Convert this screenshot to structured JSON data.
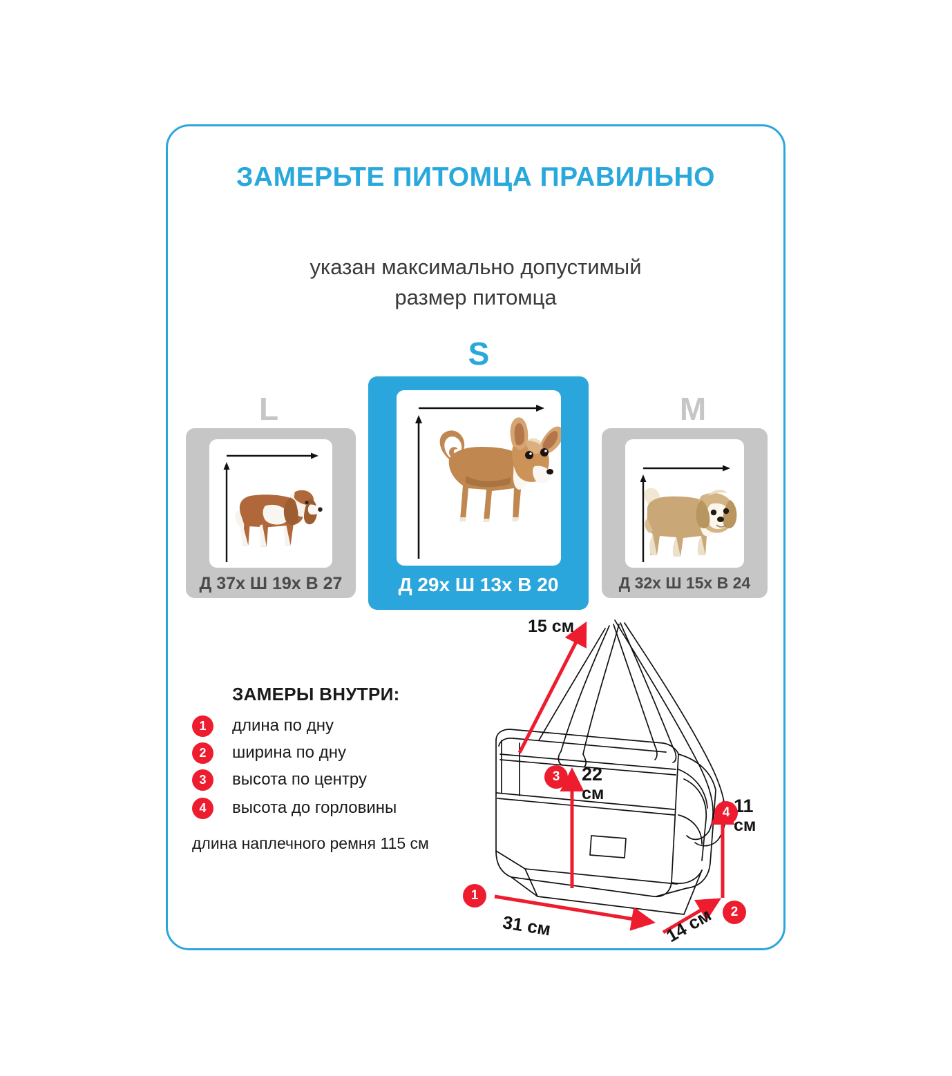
{
  "card": {
    "title": "ЗАМЕРЬТЕ ПИТОМЦА ПРАВИЛЬНО",
    "subtitle_line1": "указан максимально допустимый",
    "subtitle_line2": "размер питомца",
    "border_color": "#2BA6DC"
  },
  "colors": {
    "brand_blue": "#2BA6DC",
    "title_blue": "#29A8DC",
    "gray": "#C6C6C6",
    "red": "#ED1C2E",
    "text_dark": "#1A1A1A"
  },
  "sizes": [
    {
      "letter": "L",
      "dims": "Д 37х Ш 19х В 27",
      "active": "false",
      "dog": "cavalier-king-charles-spaniel"
    },
    {
      "letter": "S",
      "dims": "Д 29х Ш 13х В 20",
      "active": "true",
      "dog": "chihuahua"
    },
    {
      "letter": "M",
      "dims": "Д 32х Ш 15х В 24",
      "active": "false",
      "dog": "shih-tzu"
    }
  ],
  "measurements": {
    "heading": "ЗАМЕРЫ ВНУТРИ:",
    "items": [
      {
        "num": "1",
        "label": "длина по дну"
      },
      {
        "num": "2",
        "label": "ширина по дну"
      },
      {
        "num": "3",
        "label": "высота по центру"
      },
      {
        "num": "4",
        "label": "высота до горловины"
      }
    ],
    "strap_note": "длина наплечного ремня 115 см"
  },
  "bag": {
    "dim_handle": "15 см",
    "dim_height_center_a": "22",
    "dim_height_center_b": "см",
    "dim_neck_a": "11",
    "dim_neck_b": "см",
    "dim_bottom_length": "31 см",
    "dim_bottom_width": "14 см",
    "badge1": "1",
    "badge2": "2",
    "badge3": "3",
    "badge4": "4"
  }
}
